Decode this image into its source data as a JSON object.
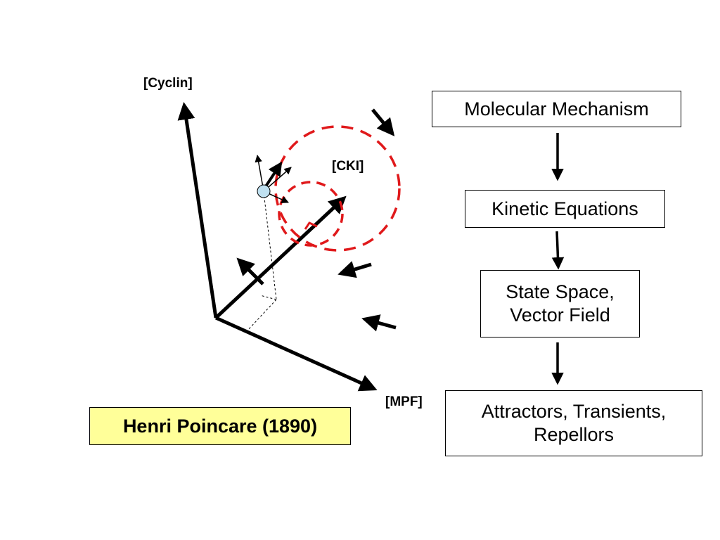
{
  "axes": {
    "cyclin_label": "[Cyclin]",
    "cki_label": "[CKI]",
    "mpf_label": "[MPF]"
  },
  "flow_steps": [
    {
      "label": "Molecular Mechanism"
    },
    {
      "label": "Kinetic Equations"
    },
    {
      "label": "State Space,\nVector Field"
    },
    {
      "label": "Attractors, Transients,\nRepellors"
    }
  ],
  "caption": {
    "label": "Henri Poincare (1890)"
  },
  "colors": {
    "ink": "#000000",
    "orbit": "#e0191b",
    "state_point": "#bfe0f0",
    "caption_bg": "#ffff99"
  }
}
